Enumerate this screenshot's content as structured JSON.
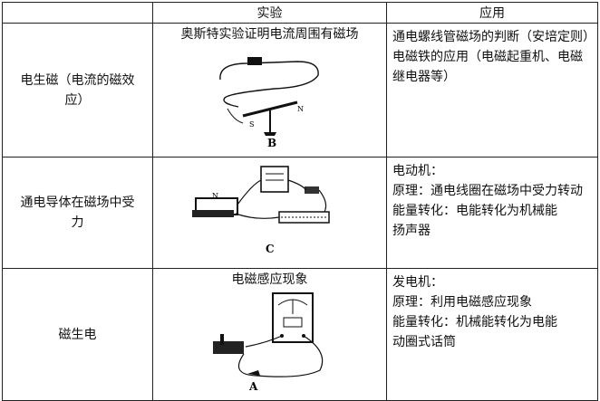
{
  "header": {
    "col1": "",
    "col2": "实验",
    "col3": "应用"
  },
  "rows": [
    {
      "category": "电生磁（电流的磁效应）",
      "experiment_title": "奥斯特实验证明电流周围有磁场",
      "figure_letter": "B",
      "figure_labels": {
        "left": "S",
        "right": "N"
      },
      "application_lines": [
        "通电螺线管磁场的判断（安培定则）",
        "电磁铁的应用（电磁起重机、电磁继电器等）"
      ]
    },
    {
      "category": "通电导体在磁场中受力",
      "experiment_title": "",
      "figure_letter": "C",
      "figure_labels": {
        "magnet": "N"
      },
      "application_lines": [
        "电动机：",
        "原理：通电线圈在磁场中受力转动",
        "能量转化：电能转化为机械能",
        "扬声器"
      ]
    },
    {
      "category": "磁生电",
      "experiment_title": "电磁感应现象",
      "figure_letter": "A",
      "figure_labels": {},
      "application_lines": [
        "发电机：",
        "原理：利用电磁感应现象",
        "能量转化：机械能转化为电能",
        "动圈式话筒"
      ]
    }
  ]
}
